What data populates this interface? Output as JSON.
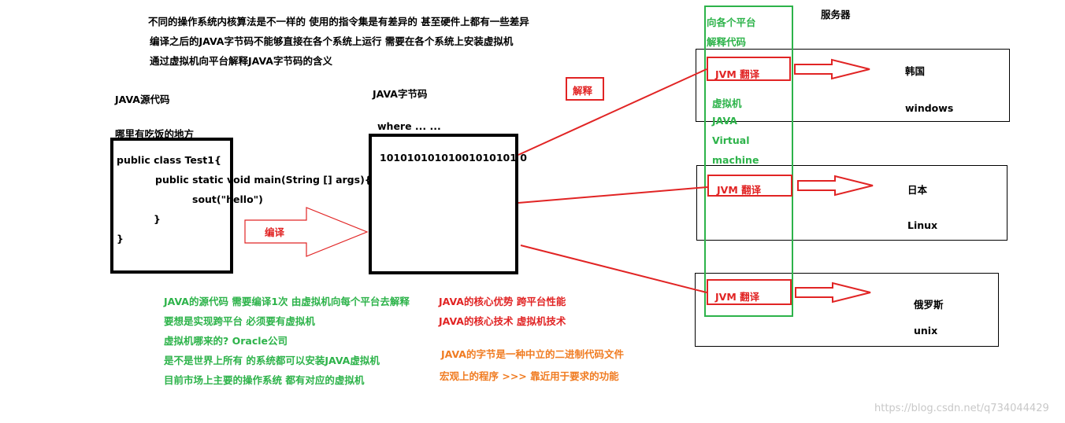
{
  "notes": {
    "line1": "不同的操作系统内核算法是不一样的   使用的指令集是有差异的     甚至硬件上都有一些差异",
    "line2": "编译之后的JAVA字节码不能够直接在各个系统上运行    需要在各个系统上安装虚拟机",
    "line3": "通过虚拟机向平台解释JAVA字节码的含义"
  },
  "source": {
    "title": "JAVA源代码",
    "subtitle": "哪里有吃饭的地方",
    "code": [
      "public class Test1{",
      "public static void main(String [] args){",
      "sout(\"hello\")",
      "}",
      "}"
    ]
  },
  "compile_label": "编译",
  "bytecode": {
    "title": "JAVA字节码",
    "where": "where ... ...",
    "bits": "10101010101001010101 0"
  },
  "interpret_label": "解释",
  "column": {
    "heading1": "向各个平台",
    "heading2": "解释代码",
    "vm": [
      "虚拟机",
      "JAVA",
      "Virtual",
      "machine"
    ]
  },
  "server_label": "服务器",
  "servers": [
    {
      "jvm": "JVM   翻译",
      "country": "韩国",
      "os": "windows"
    },
    {
      "jvm": "JVM   翻译",
      "country": "日本",
      "os": "Linux"
    },
    {
      "jvm": "JVM   翻译",
      "country": "俄罗斯",
      "os": "unix"
    }
  ],
  "green_notes": [
    "JAVA的源代码 需要编译1次    由虚拟机向每个平台去解释",
    "要想是实现跨平台  必须要有虚拟机",
    "虚拟机哪来的?     Oracle公司",
    "是不是世界上所有 的系统都可以安装JAVA虚拟机",
    "目前市场上主要的操作系统 都有对应的虚拟机"
  ],
  "red_notes": [
    "JAVA的核心优势   跨平台性能",
    "JAVA的核心技术    虚拟机技术"
  ],
  "orange_notes": [
    "JAVA的字节是一种中立的二进制代码文件",
    "宏观上的程序   >>>   靠近用于要求的功能"
  ],
  "watermark": "https://blog.csdn.net/q734044429",
  "colors": {
    "red": "#e12424",
    "green": "#2db34a",
    "orange": "#f07c22",
    "black": "#000000"
  }
}
